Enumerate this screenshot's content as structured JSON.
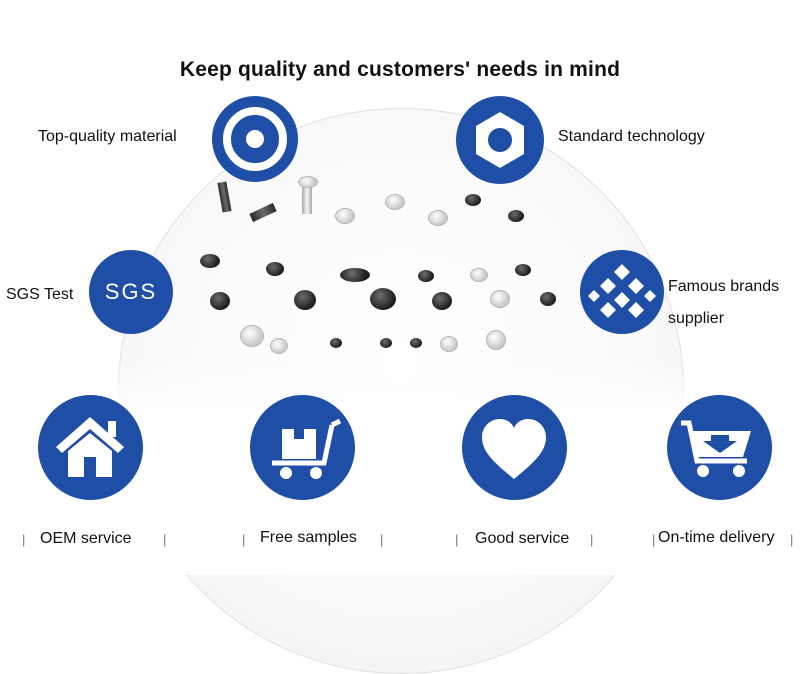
{
  "title": "Keep quality and customers' needs in mind",
  "features": {
    "top_left": {
      "label": "Top-quality material",
      "icon": "target-icon"
    },
    "top_right": {
      "label": "Standard technology",
      "icon": "hex-nut-icon"
    },
    "mid_left": {
      "label": "SGS Test",
      "icon_text": "SGS"
    },
    "mid_right": {
      "label_line1": "Famous brands",
      "label_line2": "supplier",
      "icon": "diamond-grid-icon"
    }
  },
  "services": [
    {
      "label": "OEM service",
      "icon": "house-icon"
    },
    {
      "label": "Free samples",
      "icon": "package-cart-icon"
    },
    {
      "label": "Good service",
      "icon": "heart-icon"
    },
    {
      "label": "On-time delivery",
      "icon": "shopping-cart-icon"
    }
  ],
  "separator": "|",
  "colors": {
    "brand_blue": "#1f4ea6",
    "icon_white": "#ffffff"
  }
}
